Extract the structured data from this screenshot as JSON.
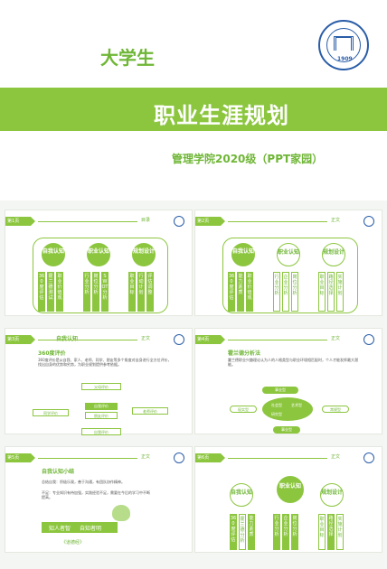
{
  "cover": {
    "heading": "大学生",
    "title": "职业生涯规划",
    "subtitle": "管理学院2020级（PPT家园）",
    "seal_year": "1909"
  },
  "slides": [
    {
      "tag": "第1页",
      "name": "目录",
      "nodes": [
        "自我认知",
        "职业认知",
        "规划设计"
      ],
      "cols": [
        "360度评估",
        "霍兰德测试",
        "职业价值观",
        "行业分析",
        "岗位分析",
        "SWOT分析",
        "职业目标",
        "行动计划",
        "评估调整"
      ]
    },
    {
      "tag": "第2页",
      "name": "正文",
      "nodes": [
        "自我认知",
        "职业认知",
        "规划设计"
      ],
      "cols": [
        "360度评估",
        "能力素质",
        "职业价值观",
        "行业分析",
        "企业分析",
        "岗位分析",
        "职业目标",
        "路径选择",
        "实施计划"
      ]
    },
    {
      "tag": "第3页",
      "name": "正文",
      "title": "自我认知",
      "sub": "360度评价",
      "text": "360度评价是从自我、家人、老师、同学、朋友等多个角度对自身进行全方位评价，找出自身的优势和劣势，为职业规划提供参考依据。",
      "boxes": [
        "父母评价",
        "自我评价",
        "老师评价",
        "同学评价",
        "朋友评价",
        "自我评价"
      ]
    },
    {
      "tag": "第4页",
      "name": "正文",
      "sub": "霍兰德分析法",
      "text": "霍兰德职业兴趣理论认为人的人格类型与职业环境相匹配时，个人才能发挥最大潜能。",
      "types": [
        "事业型",
        "社会型",
        "艺术型",
        "研究型",
        "现实型",
        "常规型"
      ]
    },
    {
      "tag": "第5页",
      "name": "正文",
      "sub": "自我认知小结",
      "text1": "总结自我：积极乐观，善于沟通，有团队协作精神。",
      "text2": "不足：专业知识有待加强，实践经验不足，需要在今后的学习中不断提高。",
      "btns": [
        "知人者智",
        "自知者明"
      ],
      "quote": "《道德经》"
    },
    {
      "tag": "第6页",
      "name": "正文",
      "nodes": [
        "自我认知",
        "职业认知",
        "规划设计"
      ],
      "cols": [
        "360度评估",
        "霍兰德分析",
        "能力素质",
        "行业分析",
        "企业分析",
        "岗位分析",
        "职业目标",
        "路径选择",
        "实施计划"
      ]
    }
  ],
  "colors": {
    "accent": "#8cc63f",
    "seal": "#2a5da8"
  }
}
